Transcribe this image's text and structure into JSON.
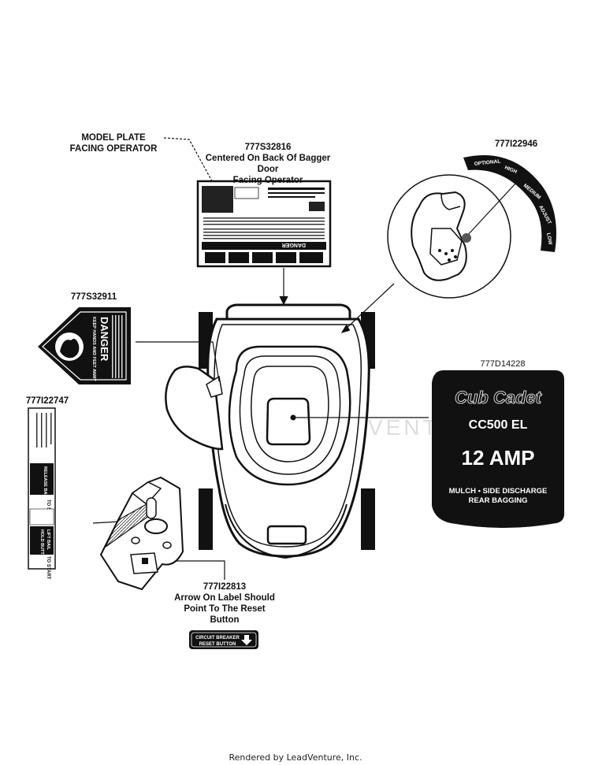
{
  "callouts": {
    "model_plate": {
      "line1": "MODEL PLATE",
      "line2": "FACING OPERATOR"
    },
    "bagger_door": {
      "part": "777S32816",
      "line1": "Centered On Back Of Bagger",
      "line2": "Door",
      "line3": "Facing Operator"
    },
    "tab_label": {
      "part": "777I22946",
      "labels": [
        "OPTIONAL",
        "HIGH",
        "MEDIUM",
        "ADJUST",
        "LOW"
      ]
    },
    "danger_side": {
      "part": "777S32911",
      "title": "DANGER",
      "subtitle": "KEEP HANDS AND FEET AWAY"
    },
    "cub_cadet_badge": {
      "part": "777D14228",
      "brand": "Cub Cadet",
      "model": "CC500 EL",
      "amp": "12 AMP",
      "feature1": "MULCH • SIDE DISCHARGE",
      "feature2": "REAR BAGGING"
    },
    "handle_label": {
      "part": "777I22747",
      "to_start": "TO START",
      "to_stop": "TO STOP",
      "hold": "HOLD BUTTON",
      "lift": "LIFT BAIL",
      "release": "RELEASE BAIL"
    },
    "reset_label": {
      "part": "777I22813",
      "line1": "Arrow On Label Should",
      "line2": "Point To The Reset",
      "line3": "Button",
      "button_line1": "CIRCUIT BREAKER",
      "button_line2": "RESET BUTTON"
    },
    "bagger_label_danger": "DANGER"
  },
  "watermark": "ADVENTURE",
  "footer": "Rendered by LeadVenture, Inc."
}
